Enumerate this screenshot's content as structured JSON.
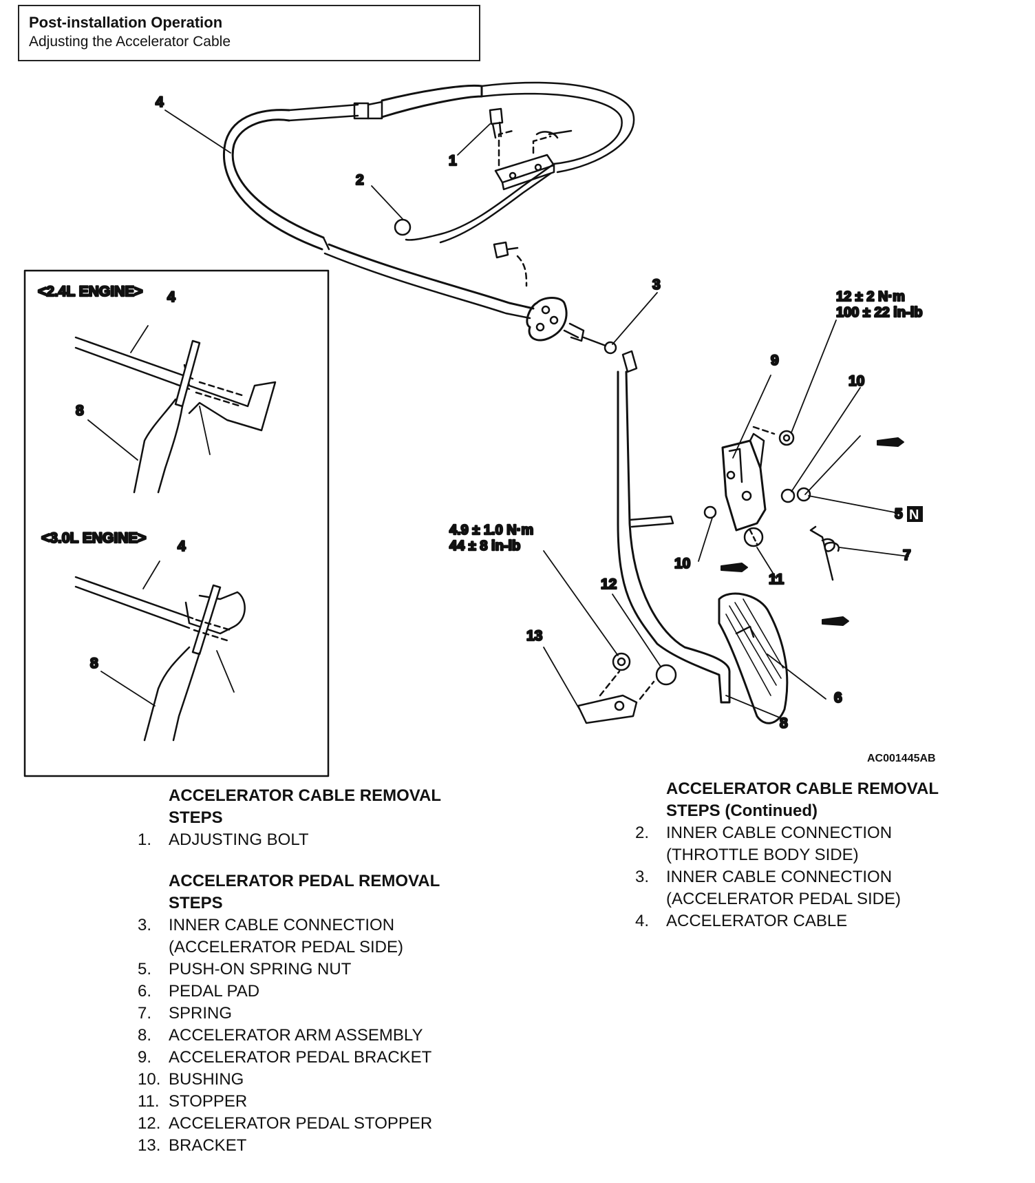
{
  "header": {
    "title": "Post-installation Operation",
    "subtitle": "Adjusting the Accelerator Cable"
  },
  "diagram": {
    "callouts": {
      "c1": "1",
      "c2": "2",
      "c3": "3",
      "c4": "4",
      "c5": "5",
      "c5_badge": "N",
      "c6": "6",
      "c7": "7",
      "c8": "8",
      "c9": "9",
      "c10a": "10",
      "c10b": "10",
      "c11": "11",
      "c12": "12",
      "c13": "13"
    },
    "torque_specs": {
      "spec_a_line1": "12 ± 2 N·m",
      "spec_a_line2": "100 ± 22 in-lb",
      "spec_b_line1": "4.9 ± 1.0 N·m",
      "spec_b_line2": "44 ± 8 in-lb"
    },
    "inset": {
      "engine_24": "<2.4L ENGINE>",
      "engine_30": "<3.0L ENGINE>",
      "c4a": "4",
      "c8a": "8",
      "c4b": "4",
      "c8b": "8"
    },
    "figure_code": "AC001445AB"
  },
  "cable_steps": {
    "heading_line1": "ACCELERATOR CABLE REMOVAL",
    "heading_line2": "STEPS",
    "items": [
      {
        "num": "1.",
        "text": "ADJUSTING BOLT"
      }
    ]
  },
  "pedal_steps": {
    "heading_line1": "ACCELERATOR PEDAL REMOVAL",
    "heading_line2": "STEPS",
    "items": [
      {
        "num": "3.",
        "line1": "INNER CABLE CONNECTION",
        "line2": "(ACCELERATOR PEDAL SIDE)"
      },
      {
        "num": "5.",
        "line1": "PUSH-ON SPRING NUT"
      },
      {
        "num": "6.",
        "line1": "PEDAL PAD"
      },
      {
        "num": "7.",
        "line1": "SPRING"
      },
      {
        "num": "8.",
        "line1": "ACCELERATOR ARM ASSEMBLY"
      },
      {
        "num": "9.",
        "line1": "ACCELERATOR PEDAL BRACKET"
      },
      {
        "num": "10.",
        "line1": "BUSHING"
      },
      {
        "num": "11.",
        "line1": "STOPPER"
      },
      {
        "num": "12.",
        "line1": "ACCELERATOR PEDAL STOPPER"
      },
      {
        "num": "13.",
        "line1": "BRACKET"
      }
    ]
  },
  "cable_steps_cont": {
    "heading_line1": "ACCELERATOR CABLE REMOVAL",
    "heading_line2": "STEPS (Continued)",
    "items": [
      {
        "num": "2.",
        "line1": "INNER CABLE CONNECTION",
        "line2": "(THROTTLE BODY SIDE)"
      },
      {
        "num": "3.",
        "line1": "INNER CABLE CONNECTION",
        "line2": "(ACCELERATOR PEDAL SIDE)"
      },
      {
        "num": "4.",
        "line1": "ACCELERATOR CABLE"
      }
    ]
  }
}
